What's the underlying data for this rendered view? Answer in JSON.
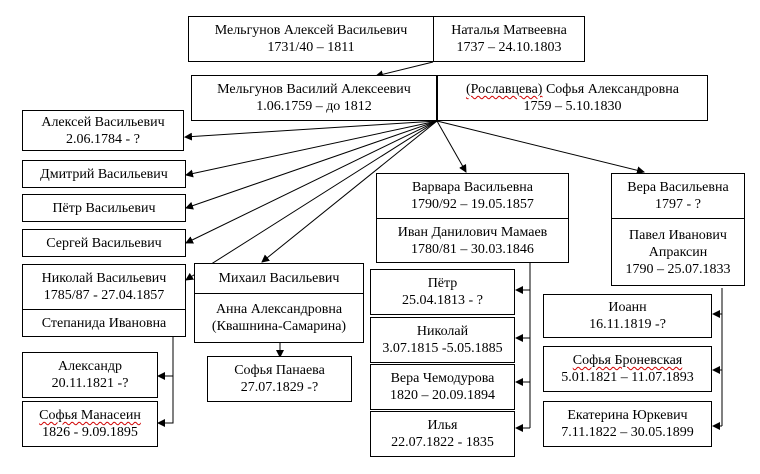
{
  "persons": {
    "alexey_sr": {
      "name": "Мельгунов Алексей Васильевич",
      "dates": "1731/40 – 1811"
    },
    "natalya": {
      "name": "Наталья Матвеевна",
      "dates": "1737 – 24.10.1803"
    },
    "vasily": {
      "name": "Мельгунов Василий Алексеевич",
      "dates": "1.06.1759 – до 1812"
    },
    "sofya_sr": {
      "name_prefix": "(Рославцева)",
      "name": "Софья Александровна",
      "dates": "1759 – 5.10.1830"
    },
    "alexey_jr": {
      "name": "Алексей Васильевич",
      "dates": "2.06.1784 - ?"
    },
    "dmitry": {
      "name": "Дмитрий Васильевич"
    },
    "petr": {
      "name": "Пётр Васильевич"
    },
    "sergey": {
      "name": "Сергей Васильевич"
    },
    "nikolay": {
      "name": "Николай Васильевич",
      "dates": "1785/87 - 27.04.1857"
    },
    "stepanida": {
      "name": "Степанида Ивановна"
    },
    "alexandr": {
      "name": "Александр",
      "dates": "20.11.1821 -?"
    },
    "sofya_man": {
      "name": "Софья Манасеин",
      "dates": "1826 - 9.09.1895"
    },
    "mikhail": {
      "name": "Михаил Васильевич"
    },
    "anna": {
      "name": "Анна Александровна",
      "name2": "(Квашнина-Самарина)"
    },
    "sofya_pan": {
      "name": "Софья Панаева",
      "dates": "27.07.1829 -?"
    },
    "varvara": {
      "name": "Варвара Васильевна",
      "dates": "1790/92 – 19.05.1857"
    },
    "ivan_mamaev": {
      "name": "Иван Данилович Мамаев",
      "dates": "1780/81 – 30.03.1846"
    },
    "petr_m": {
      "name": "Пётр",
      "dates": "25.04.1813 - ?"
    },
    "nikolay_m": {
      "name": "Николай",
      "dates": "3.07.1815 -5.05.1885"
    },
    "vera_ch": {
      "name": "Вера Чемодурова",
      "dates": "1820 – 20.09.1894"
    },
    "ilya": {
      "name": "Илья",
      "dates": "22.07.1822 - 1835"
    },
    "vera": {
      "name": "Вера Васильевна",
      "dates": "1797 - ?"
    },
    "pavel": {
      "name": "Павел Иванович",
      "name2": "Апраксин",
      "dates": "1790 – 25.07.1833"
    },
    "ioann": {
      "name": "Иоанн",
      "dates": "16.11.1819 -?"
    },
    "sofya_bron": {
      "name": "Софья Броневская",
      "dates": "5.01.1821 – 11.07.1893"
    },
    "ekaterina": {
      "name": "Екатерина Юркевич",
      "dates": "7.11.1822 – 30.05.1899"
    }
  }
}
